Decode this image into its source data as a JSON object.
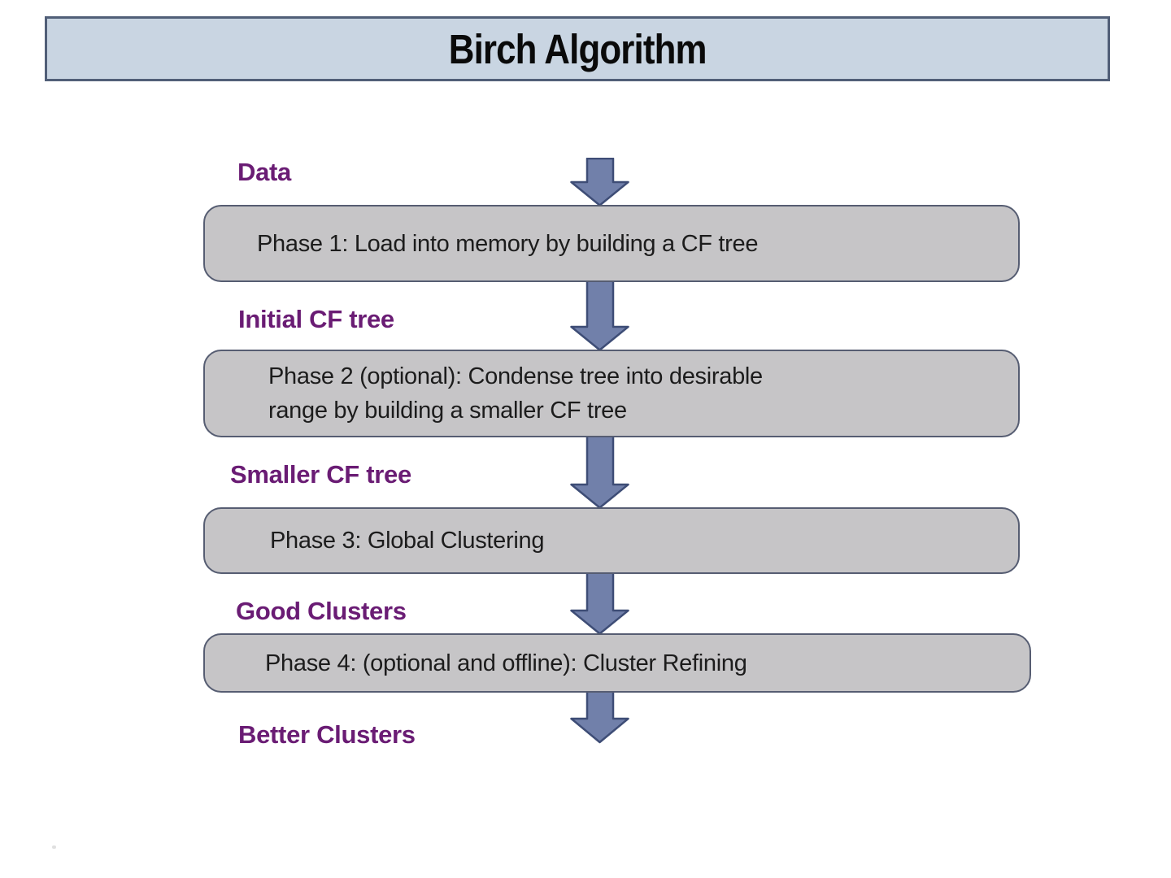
{
  "title": {
    "text": "Birch Algorithm"
  },
  "labels": {
    "data": "Data",
    "initial_cf_tree": "Initial CF tree",
    "smaller_cf_tree": "Smaller CF tree",
    "good_clusters": "Good Clusters",
    "better_clusters": "Better Clusters"
  },
  "phases": [
    {
      "lines": [
        "Phase 1: Load into memory by building a CF tree"
      ]
    },
    {
      "lines": [
        "Phase 2 (optional): Condense tree into desirable",
        "range by building a smaller CF tree"
      ]
    },
    {
      "lines": [
        "Phase 3: Global Clustering"
      ]
    },
    {
      "lines": [
        "Phase 4: (optional and offline): Cluster Refining"
      ]
    }
  ],
  "colors": {
    "title_box_fill": "#c9d5e2",
    "title_box_border": "#515f78",
    "phase_box_fill": "#c6c5c7",
    "phase_box_border": "#565d72",
    "arrow_fill": "#7180aa",
    "arrow_border": "#3e4d76",
    "stage_label_color": "#6a1c74",
    "phase_text_color": "#1c1c1c",
    "title_text_color": "#0a0a0a",
    "background": "#ffffff"
  }
}
